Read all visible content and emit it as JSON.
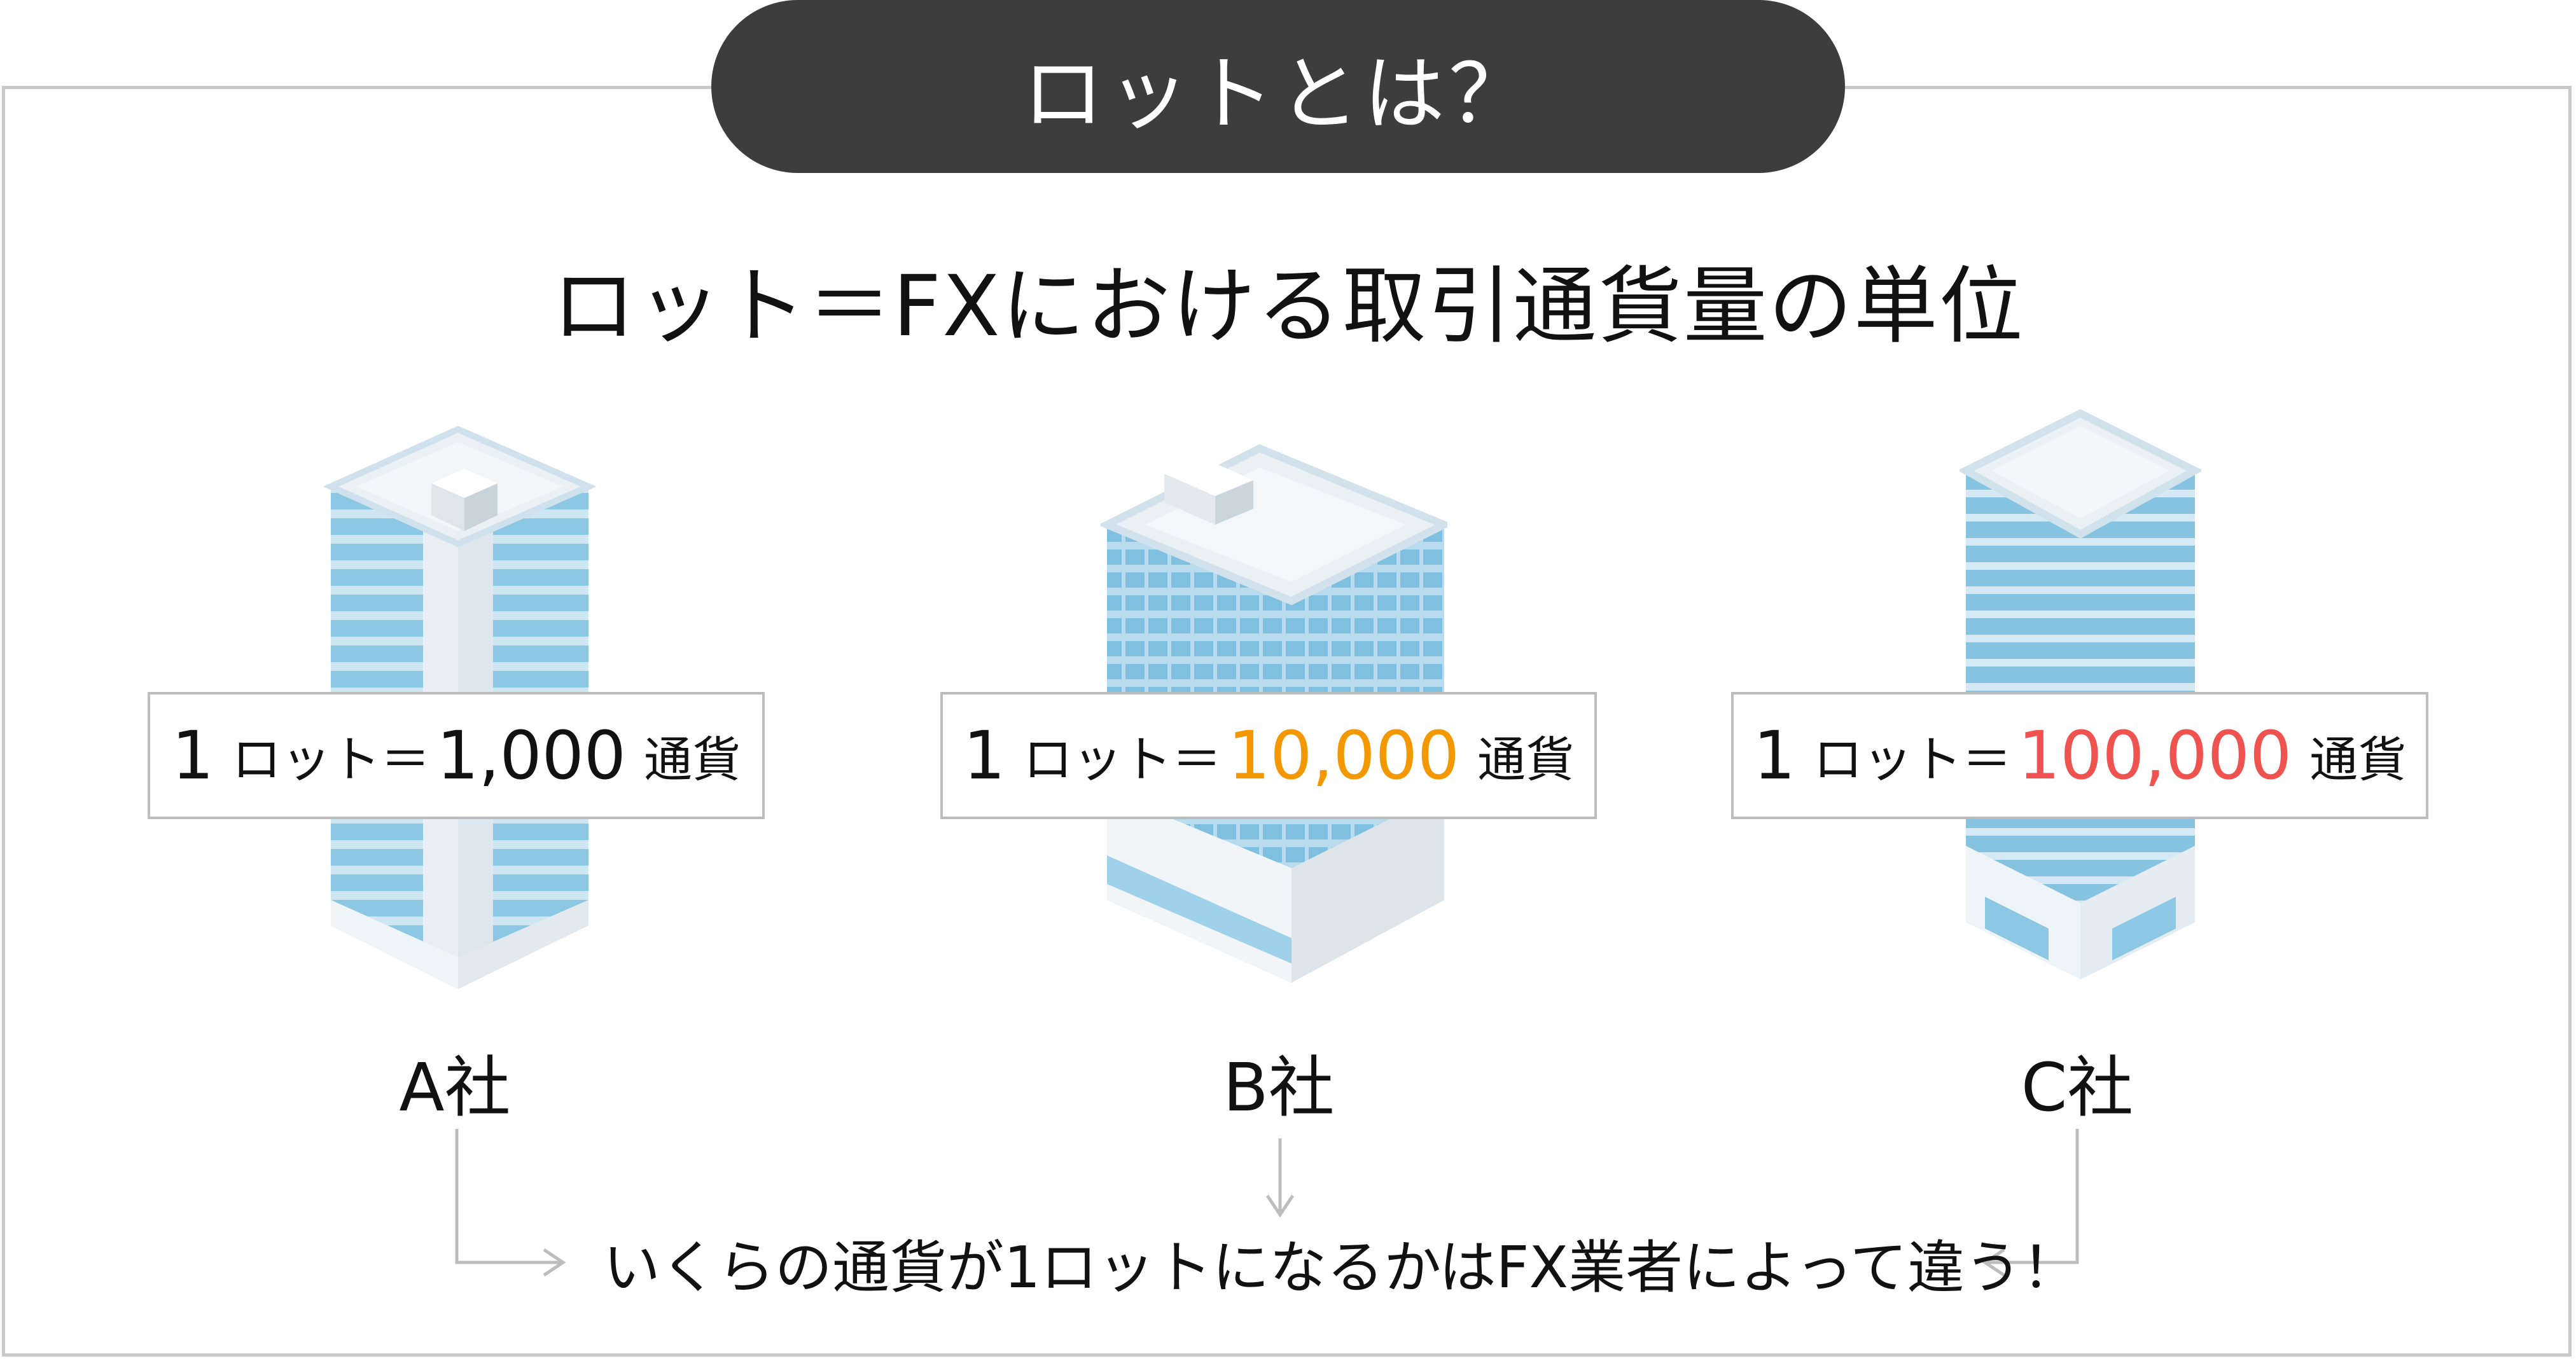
{
  "header": {
    "title": "ロットとは？"
  },
  "subtitle": "ロット＝FXにおける取引通貨量の単位",
  "companies": [
    {
      "name": "A社",
      "lot_count": "1",
      "lot_label": "ロット＝",
      "amount": "1,000",
      "unit": "通貨",
      "amount_color": "#111111"
    },
    {
      "name": "B社",
      "lot_count": "1",
      "lot_label": "ロット＝",
      "amount": "10,000",
      "unit": "通貨",
      "amount_color": "#f39800"
    },
    {
      "name": "C社",
      "lot_count": "1",
      "lot_label": "ロット＝",
      "amount": "100,000",
      "unit": "通貨",
      "amount_color": "#ef5350"
    }
  ],
  "note": "いくらの通貨が1ロットになるかはFX業者によって違う！",
  "icons": [
    "office-building-icon",
    "tall-building-icon",
    "skyscraper-icon",
    "arrow-right-icon",
    "arrow-down-icon",
    "arrow-left-icon"
  ]
}
